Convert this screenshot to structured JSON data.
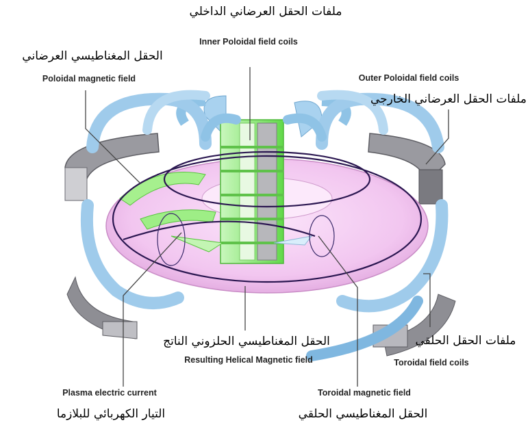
{
  "labels": {
    "inner_poloidal": {
      "ar": "ملفات الحقل العرضاني الداخلي",
      "en": "Inner Poloidal field coils"
    },
    "poloidal_field": {
      "ar": "الحقل المغناطيسي العرضاني",
      "en": "Poloidal magnetic field"
    },
    "outer_poloidal": {
      "en": "Outer Poloidal field coils",
      "ar": "ملفات الحقل العرضاني الخارجي"
    },
    "toroidal_coils": {
      "ar": "ملفات الحقل الحلقي",
      "en": "Toroidal field coils"
    },
    "helical_field": {
      "ar": "الحقل المغناطيسي الحلزوني الناتج",
      "en": "Resulting Helical Magnetic field"
    },
    "plasma_current": {
      "en": "Plasma electric current",
      "ar": "التيار الكهربائي للبلازما"
    },
    "toroidal_field": {
      "en": "Toroidal magnetic field",
      "ar": "الحقل المغناطيسي الحلقي"
    }
  },
  "colors": {
    "plasma": "#f2c6f0",
    "coil_blue": "#8fc3e6",
    "coil_gray": "#8e8e92",
    "central_green": "#8ff07a",
    "field_line": "#2a1650"
  }
}
